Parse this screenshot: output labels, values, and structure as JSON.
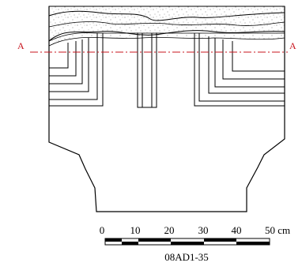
{
  "section": {
    "left_label": "A",
    "right_label": "A",
    "line_color": "#c8141e"
  },
  "scale_bar": {
    "ticks": [
      "0",
      "10",
      "20",
      "30",
      "40",
      "50 cm"
    ]
  },
  "caption": "08AD1-35"
}
